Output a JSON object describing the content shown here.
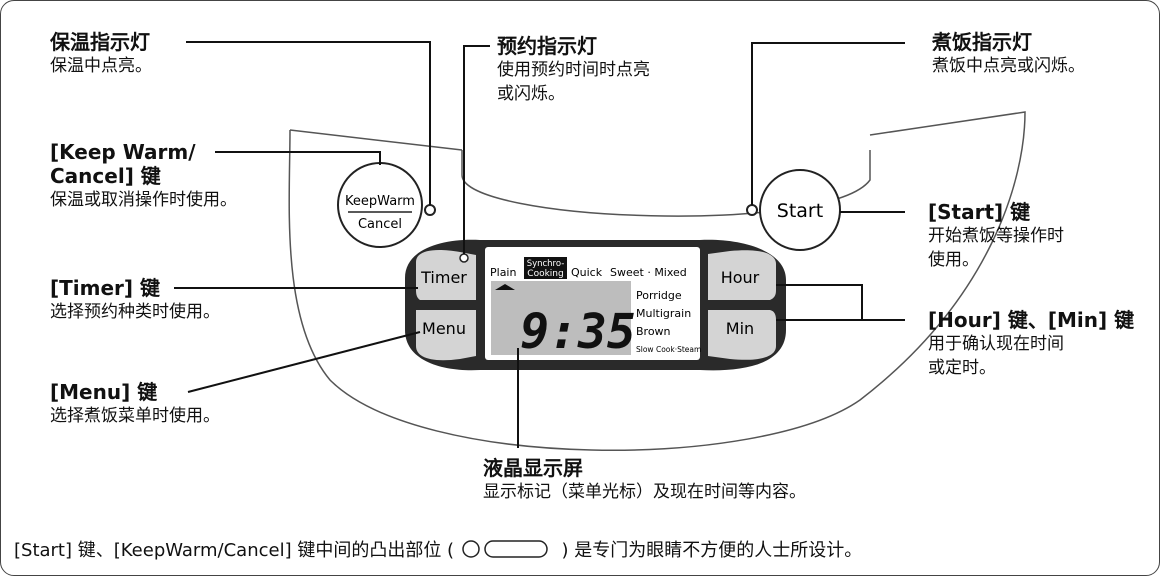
{
  "callouts": {
    "keep_warm_light": {
      "title": "保温指示灯",
      "desc": [
        "保温中点亮。"
      ]
    },
    "timer_light": {
      "title": "预约指示灯",
      "desc": [
        "使用预约时间时点亮",
        "或闪烁。"
      ]
    },
    "cook_light": {
      "title": "煮饭指示灯",
      "desc": [
        "煮饭中点亮或闪烁。"
      ]
    },
    "keep_warm_key": {
      "title_lines": [
        "[Keep Warm/",
        "Cancel] 键"
      ],
      "desc": [
        "保温或取消操作时使用。"
      ]
    },
    "start_key": {
      "title": "[Start] 键",
      "desc": [
        "开始煮饭等操作时",
        "使用。"
      ]
    },
    "timer_key": {
      "title": "[Timer] 键",
      "desc": [
        "选择预约种类时使用。"
      ]
    },
    "hour_min_key": {
      "title": "[Hour] 键、[Min] 键",
      "desc": [
        "用于确认现在时间",
        "或定时。"
      ]
    },
    "menu_key": {
      "title": "[Menu] 键",
      "desc": [
        "选择煮饭菜单时使用。"
      ]
    },
    "lcd": {
      "title": "液晶显示屏",
      "desc": [
        "显示标记（菜单光标）及现在时间等内容。"
      ]
    }
  },
  "panel": {
    "keepwarm_button": {
      "top": "KeepWarm",
      "bottom": "Cancel"
    },
    "start_button": "Start",
    "timer_button": "Timer",
    "menu_button": "Menu",
    "hour_button": "Hour",
    "min_button": "Min",
    "lcd": {
      "menu_top": {
        "plain": "Plain",
        "synchro_1": "Synchro-",
        "synchro_2": "Cooking",
        "quick": "Quick",
        "sweet_mixed": "Sweet · Mixed"
      },
      "menu_right": [
        "Porridge",
        "Multigrain",
        "Brown",
        "Slow Cook·Steam"
      ],
      "time": "9:35"
    }
  },
  "footnote": {
    "before": "[Start] 键、[KeepWarm/Cancel] 键中间的凸出部位 (",
    "after": ") 是专门为眼睛不方便的人士所设计。"
  }
}
